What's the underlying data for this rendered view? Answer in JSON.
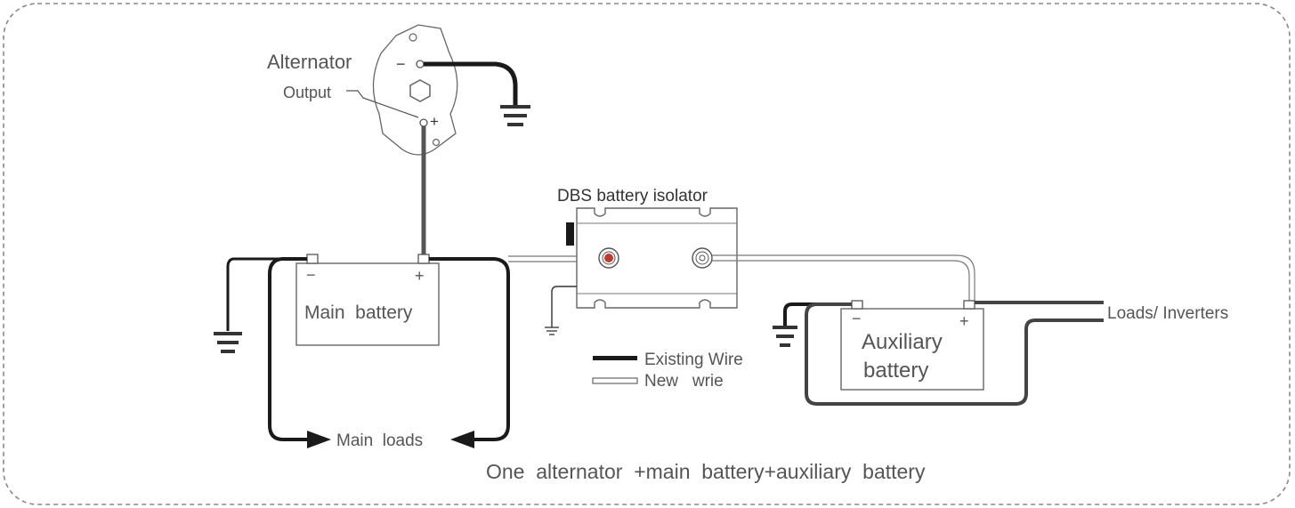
{
  "labels": {
    "alternator": "Alternator",
    "output": "Output",
    "minus": "−",
    "plus": "+",
    "isolator": "DBS battery isolator",
    "main_battery": "Main  battery",
    "main_loads": "Main  loads",
    "existing_wire": "Existing Wire",
    "new_wire": "New   wrie",
    "auxiliary_line1": "Auxiliary",
    "auxiliary_line2": "battery",
    "loads_inverters": "Loads/ Inverters",
    "caption": "One  alternator  +main  battery+auxiliary  battery"
  },
  "colors": {
    "existing_wire": "#1a1a1a",
    "aux_wire": "#444444",
    "new_wire_outline": "#777777",
    "terminal_dot": "#c0392b",
    "frame_dash": "#888888",
    "text": "#555555"
  },
  "icons": {
    "ground": "ground-icon",
    "terminal": "terminal-icon"
  }
}
